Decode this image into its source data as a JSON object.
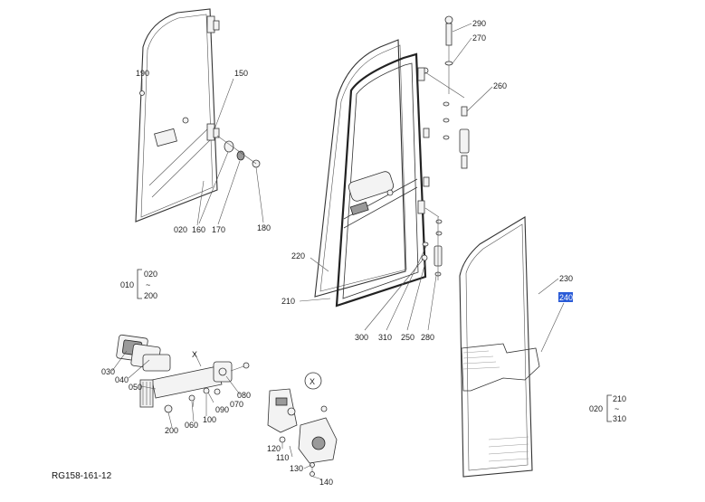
{
  "diagram": {
    "reference_code": "RG158-161-12",
    "view_marker": "X",
    "part_labels": [
      {
        "id": "290",
        "text": "290"
      },
      {
        "id": "270",
        "text": "270"
      },
      {
        "id": "190",
        "text": "190"
      },
      {
        "id": "150",
        "text": "150"
      },
      {
        "id": "260",
        "text": "260"
      },
      {
        "id": "020a",
        "text": "020"
      },
      {
        "id": "160",
        "text": "160"
      },
      {
        "id": "170",
        "text": "170"
      },
      {
        "id": "180",
        "text": "180"
      },
      {
        "id": "220",
        "text": "220"
      },
      {
        "id": "210",
        "text": "210"
      },
      {
        "id": "230",
        "text": "230"
      },
      {
        "id": "240",
        "text": "240",
        "selected": true
      },
      {
        "id": "300",
        "text": "300"
      },
      {
        "id": "310",
        "text": "310"
      },
      {
        "id": "250",
        "text": "250"
      },
      {
        "id": "280",
        "text": "280"
      },
      {
        "id": "030",
        "text": "030"
      },
      {
        "id": "040",
        "text": "040"
      },
      {
        "id": "050",
        "text": "050"
      },
      {
        "id": "070",
        "text": "070"
      },
      {
        "id": "080",
        "text": "080"
      },
      {
        "id": "090",
        "text": "090"
      },
      {
        "id": "100",
        "text": "100"
      },
      {
        "id": "060",
        "text": "060"
      },
      {
        "id": "200a",
        "text": "200"
      },
      {
        "id": "120",
        "text": "120"
      },
      {
        "id": "110",
        "text": "110"
      },
      {
        "id": "130",
        "text": "130"
      },
      {
        "id": "140",
        "text": "140"
      }
    ],
    "ranges": [
      {
        "id": "r1",
        "parent": "010",
        "from": "020",
        "tilde": "~",
        "to": "200"
      },
      {
        "id": "r2",
        "parent": "020",
        "from": "210",
        "tilde": "~",
        "to": "310"
      }
    ],
    "colors": {
      "selected_bg": "#2a5bd7",
      "line": "#333333"
    }
  }
}
